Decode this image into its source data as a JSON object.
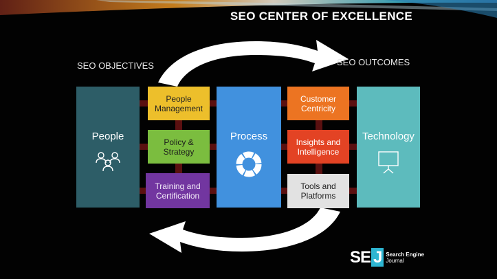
{
  "slide": {
    "title": "SEO CENTER OF EXCELLENCE",
    "objectives_label": "SEO OBJECTIVES",
    "outcomes_label": "SEO OUTCOMES"
  },
  "pillars": {
    "people": "People",
    "process": "Process",
    "technology": "Technology"
  },
  "left_column": [
    {
      "label": "People Management"
    },
    {
      "label": "Policy & Strategy"
    },
    {
      "label": "Training and Certification"
    }
  ],
  "right_column": [
    {
      "label": "Customer Centricity"
    },
    {
      "label": "Insights and Intelligence"
    },
    {
      "label": "Tools and Platforms"
    }
  ],
  "icons": {
    "people": "people-group-icon",
    "process": "cycle-ring-icon",
    "technology": "presentation-board-icon"
  },
  "logo": {
    "mark_a": "SE",
    "mark_b": "J",
    "line1": "Search Engine",
    "line2": "Journal"
  },
  "colors": {
    "people": "#2d5d67",
    "process": "#4191de",
    "technology": "#5dbbbd",
    "people_management": "#edbf2b",
    "policy_strategy": "#7bbd3f",
    "training": "#7236a0",
    "customer_centricity": "#ec7422",
    "insights": "#e34324",
    "tools": "#e2e2e2",
    "connector": "#5a1010",
    "logo_accent": "#2eb6d2"
  }
}
